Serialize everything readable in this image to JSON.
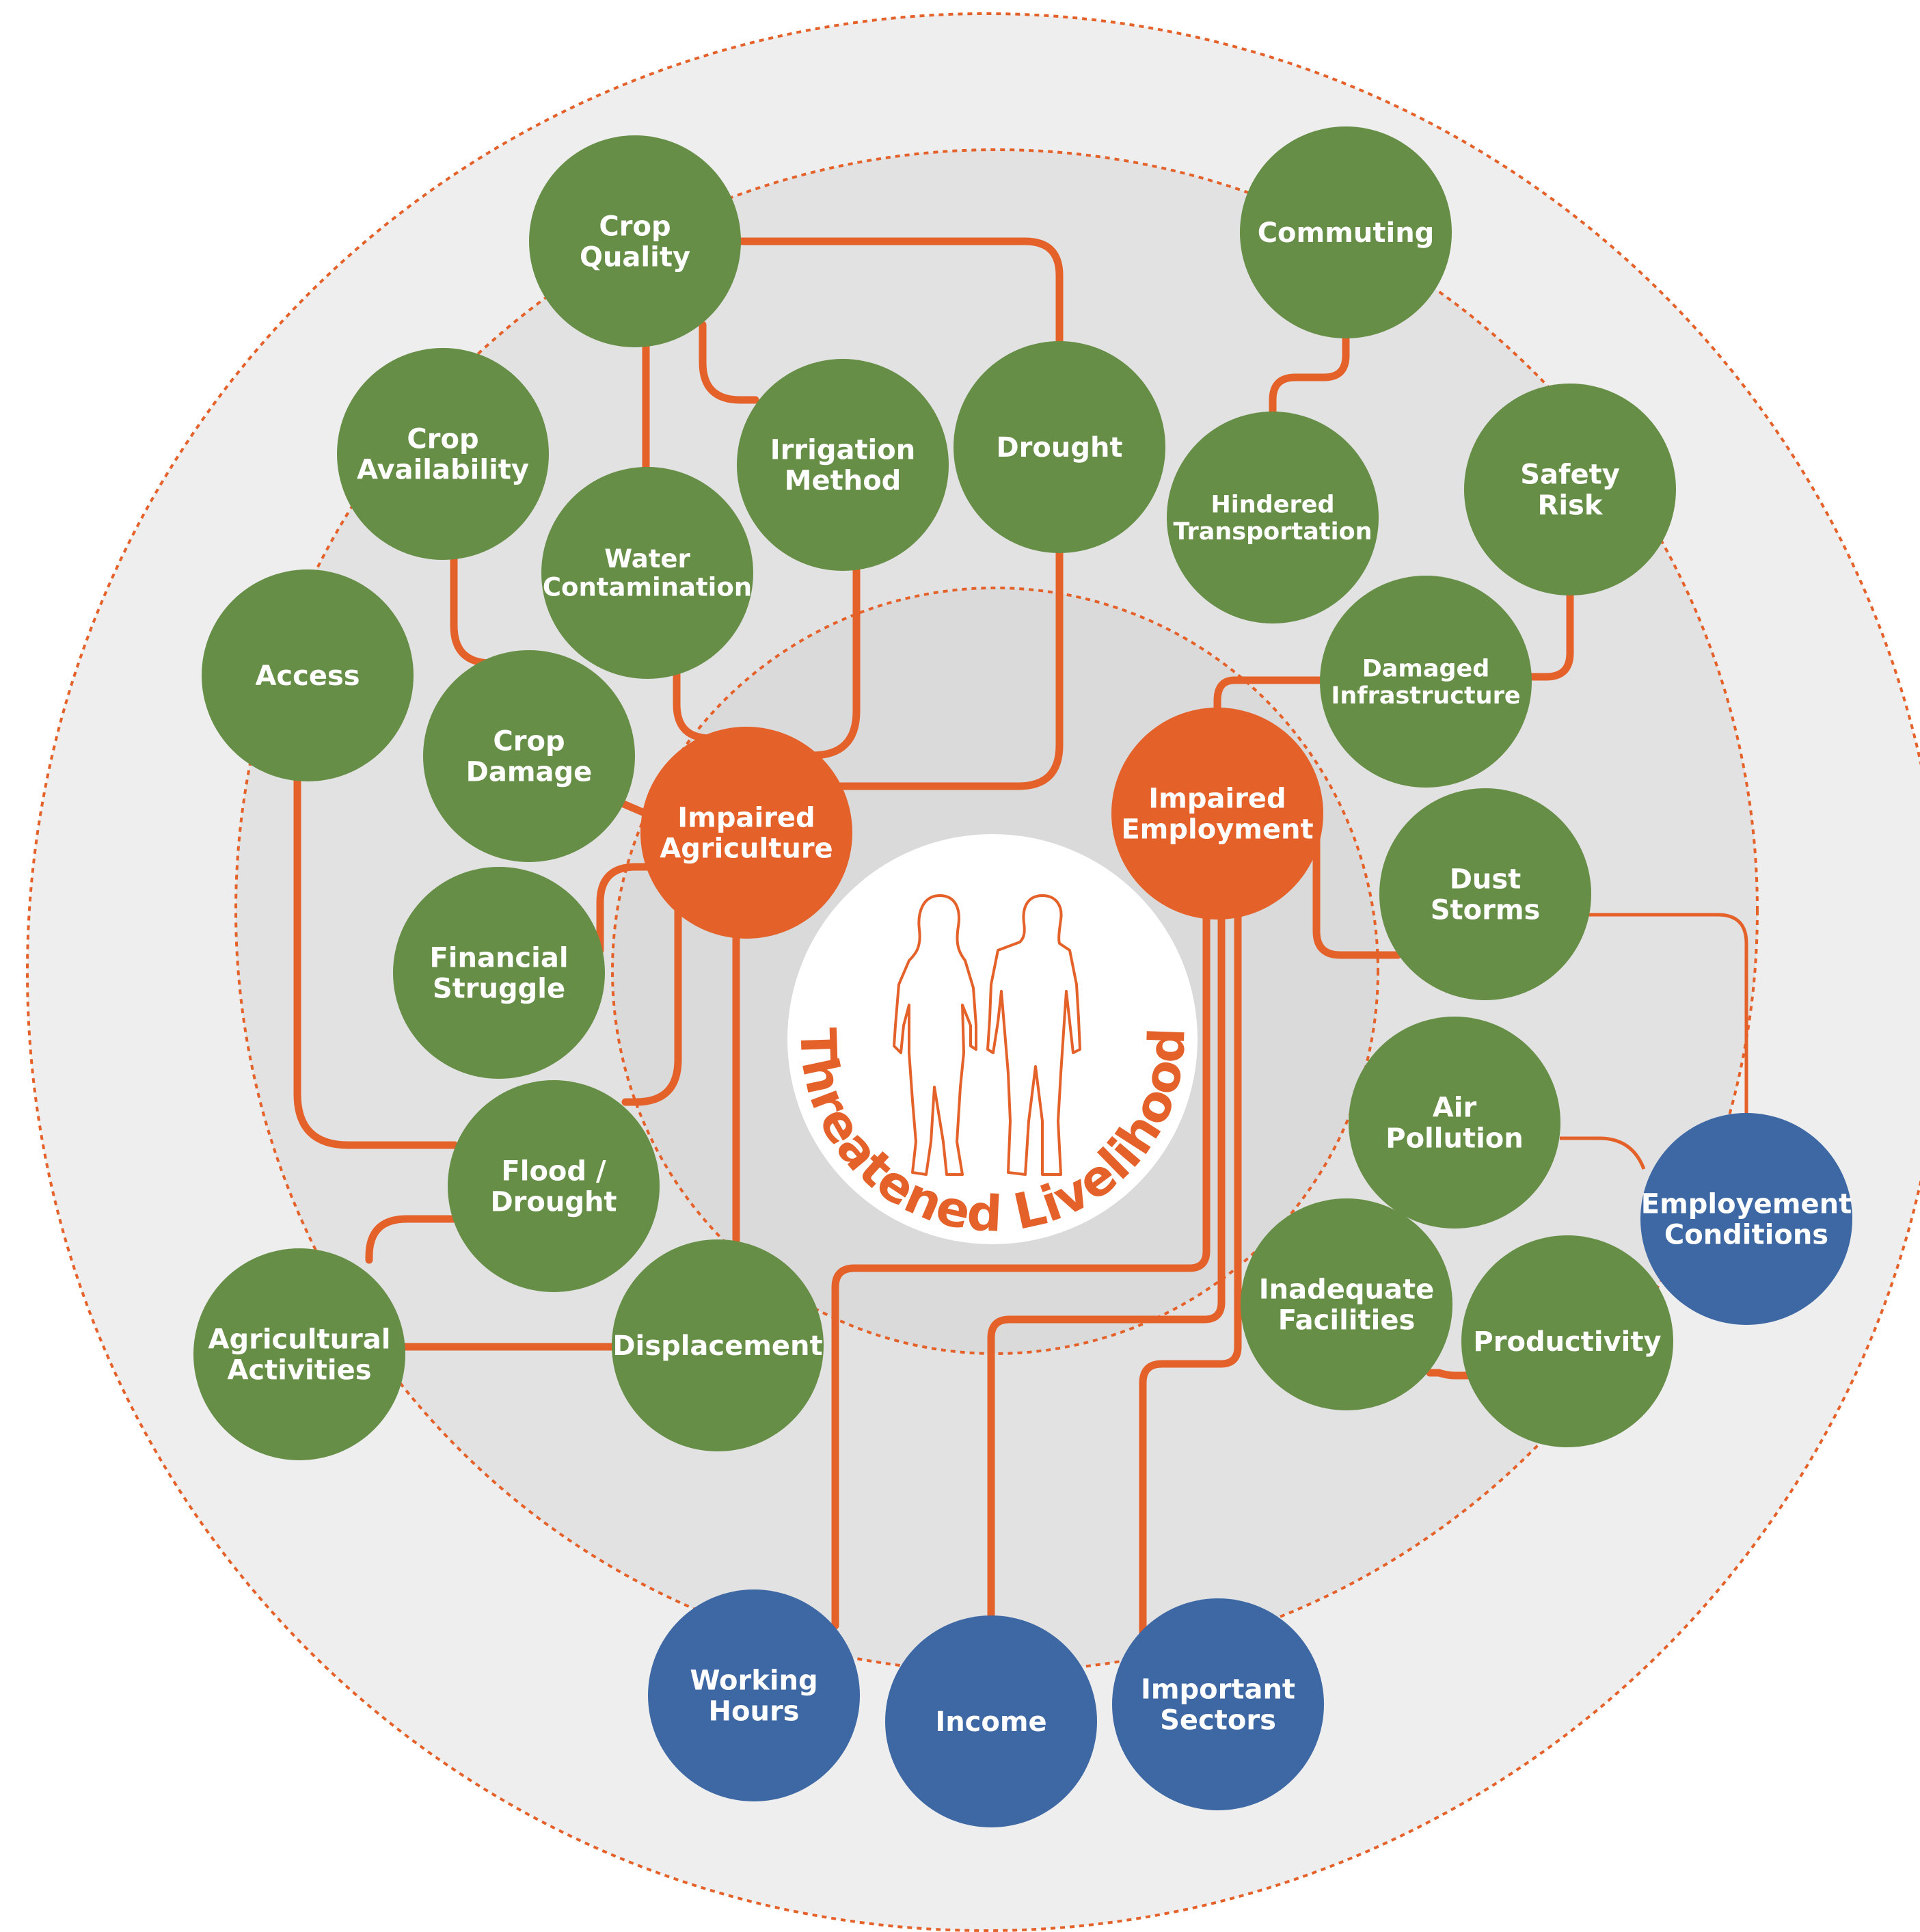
{
  "center": {
    "label": "Threatened Livelihood"
  },
  "nodes": {
    "crop_quality": [
      "Crop",
      "Quality"
    ],
    "commuting": [
      "Commuting"
    ],
    "crop_availability": [
      "Crop",
      "Availability"
    ],
    "irrigation_method": [
      "Irrigation",
      "Method"
    ],
    "drought": [
      "Drought"
    ],
    "hindered_transportation": [
      "Hindered",
      "Transportation"
    ],
    "safety_risk": [
      "Safety",
      "Risk"
    ],
    "water_contamination": [
      "Water",
      "Contamination"
    ],
    "access": [
      "Access"
    ],
    "crop_damage": [
      "Crop",
      "Damage"
    ],
    "damaged_infrastructure": [
      "Damaged",
      "Infrastructure"
    ],
    "impaired_agriculture": [
      "Impaired",
      "Agriculture"
    ],
    "impaired_employment": [
      "Impaired",
      "Employment"
    ],
    "dust_storms": [
      "Dust",
      "Storms"
    ],
    "financial_struggle": [
      "Financial",
      "Struggle"
    ],
    "air_pollution": [
      "Air",
      "Pollution"
    ],
    "flood_drought": [
      "Flood /",
      "Drought"
    ],
    "employement_conditions": [
      "Employement",
      "Conditions"
    ],
    "inadequate_facilities": [
      "Inadequate",
      "Facilities"
    ],
    "agricultural_activities": [
      "Agricultural",
      "Activities"
    ],
    "displacement": [
      "Displacement"
    ],
    "productivity": [
      "Productivity"
    ],
    "working_hours": [
      "Working",
      "Hours"
    ],
    "income": [
      "Income"
    ],
    "important_sectors": [
      "Important",
      "Sectors"
    ]
  },
  "colors": {
    "green": "#668e46",
    "orange": "#e4612a",
    "blue": "#3d68a4",
    "ring_outer": "#eeeeee",
    "ring_middle": "#e2e2e2",
    "ring_inner": "#dadada"
  }
}
